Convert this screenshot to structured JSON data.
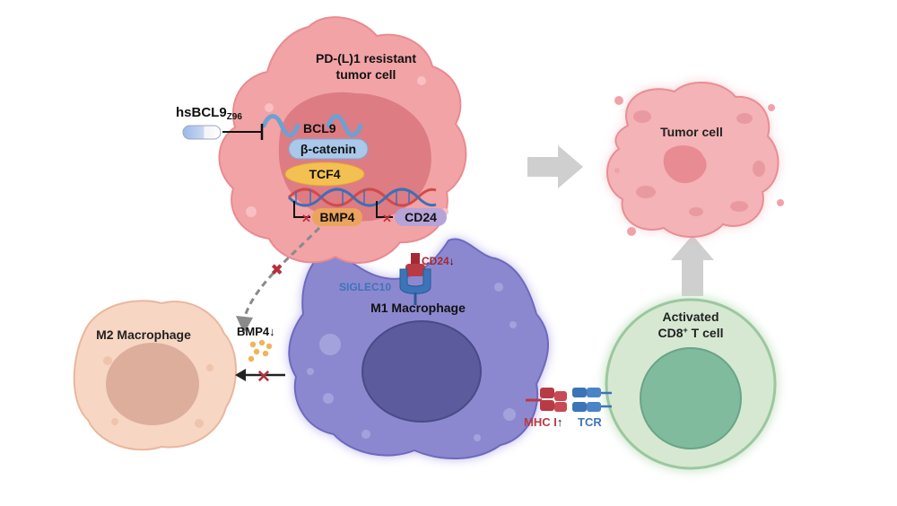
{
  "labels": {
    "tumor_title_line1": "PD-(L)1 resistant",
    "tumor_title_line2": "tumor cell",
    "drug_name": "hsBCL9",
    "drug_subscript": "Z96",
    "bcl9": "BCL9",
    "beta_catenin": "β-catenin",
    "tcf4": "TCF4",
    "bmp4_gene": "BMP4",
    "cd24_gene": "CD24",
    "cd24_surface": "CD24",
    "down_arrow": "↓",
    "up_arrow": "↑",
    "siglec10": "SIGLEC10",
    "m1_macrophage": "M1 Macrophage",
    "m2_macrophage": "M2 Macrophage",
    "bmp4_secreted": "BMP4",
    "tumor_cell_dead": "Tumor cell",
    "tcell_line1": "Activated",
    "tcell_line2": "CD8",
    "tcell_sup": "+",
    "tcell_line2_end": " T cell",
    "mhc": "MHC I",
    "tcr": "TCR"
  },
  "colors": {
    "tumor_fill": "#f2a3a6",
    "tumor_nucleus": "#dc7b82",
    "macrophage_m1": "#8b87cf",
    "macrophage_m1_nucleus": "#57579a",
    "macrophage_m2": "#f6d2bd",
    "macrophage_m2_nucleus": "#d9a995",
    "tcell": "#d4e5cf",
    "tcell_nucleus": "#7fb99c",
    "mhc_red": "#b83a44",
    "tcr_blue": "#3c74b8",
    "tcf4_orange": "#f3c052",
    "beta_cat_blue": "#a9c8ea",
    "arrow_grey": "#c9c9c9"
  }
}
